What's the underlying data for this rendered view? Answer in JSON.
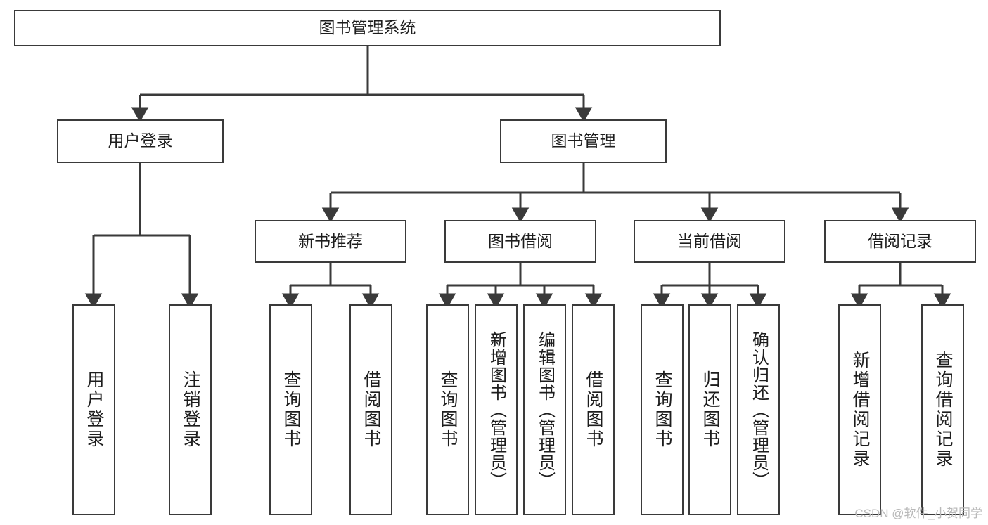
{
  "diagram": {
    "title": "图书管理系统",
    "type": "tree-hierarchy-chart",
    "watermark": "CSDN @软件_小贺同学",
    "colors": {
      "background": "#ffffff",
      "box_border": "#3a3a3a",
      "connector": "#3a3a3a",
      "text": "#1d1d1d",
      "watermark": "#b9b9b9"
    },
    "root": {
      "id": "root",
      "label": "图书管理系统"
    },
    "level2": [
      {
        "id": "login",
        "label": "用户登录"
      },
      {
        "id": "bookmgmt",
        "label": "图书管理"
      }
    ],
    "level3": [
      {
        "id": "newbook",
        "label": "新书推荐"
      },
      {
        "id": "borrow",
        "label": "图书借阅"
      },
      {
        "id": "current",
        "label": "当前借阅"
      },
      {
        "id": "record",
        "label": "借阅记录"
      }
    ],
    "leaves": {
      "login": [
        {
          "id": "leaf-user-login",
          "label": "用户登录"
        },
        {
          "id": "leaf-user-logout",
          "label": "注销登录"
        }
      ],
      "newbook": [
        {
          "id": "leaf-query-book-1",
          "label": "查询图书"
        },
        {
          "id": "leaf-borrow-book-1",
          "label": "借阅图书"
        }
      ],
      "borrow": [
        {
          "id": "leaf-query-book-2",
          "label": "查询图书"
        },
        {
          "id": "leaf-add-book",
          "label": "新增图书（管理员）"
        },
        {
          "id": "leaf-edit-book",
          "label": "编辑图书（管理员）"
        },
        {
          "id": "leaf-borrow-book-2",
          "label": "借阅图书"
        }
      ],
      "current": [
        {
          "id": "leaf-query-book-3",
          "label": "查询图书"
        },
        {
          "id": "leaf-return-book",
          "label": "归还图书"
        },
        {
          "id": "leaf-confirm-return",
          "label": "确认归还（管理员）"
        }
      ],
      "record": [
        {
          "id": "leaf-add-record",
          "label": "新增借阅记录"
        },
        {
          "id": "leaf-query-record",
          "label": "查询借阅记录"
        }
      ]
    }
  }
}
